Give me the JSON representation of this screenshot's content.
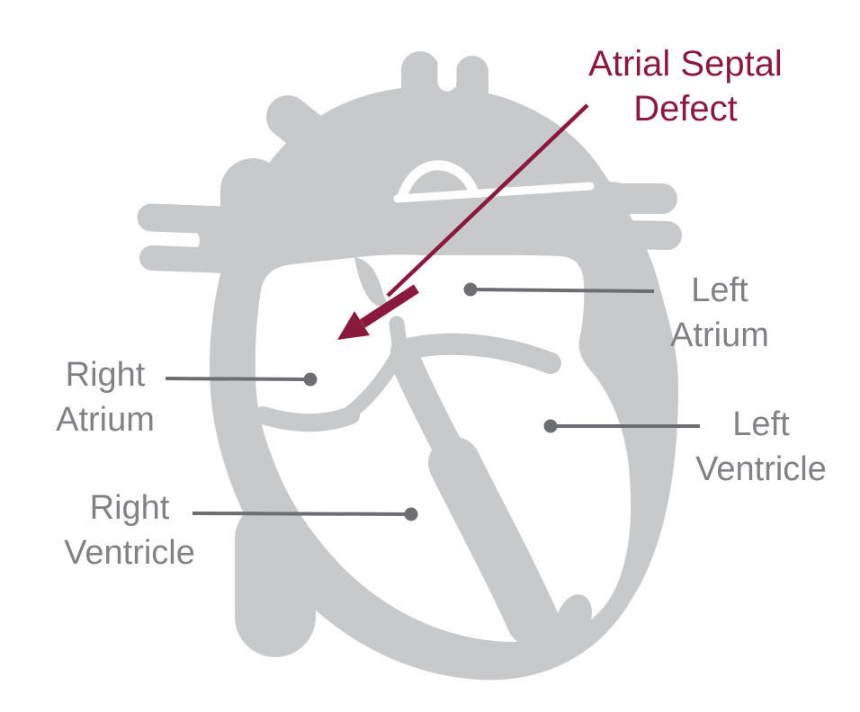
{
  "diagram": {
    "title": {
      "line1": "Atrial Septal",
      "line2": "Defect"
    },
    "labels": {
      "right_atrium": {
        "line1": "Right",
        "line2": "Atrium"
      },
      "left_atrium": {
        "line1": "Left",
        "line2": "Atrium"
      },
      "right_ventricle": {
        "line1": "Right",
        "line2": "Ventricle"
      },
      "left_ventricle": {
        "line1": "Left",
        "line2": "Ventricle"
      }
    },
    "colors": {
      "heart_gray": "#C8C9CB",
      "label_gray": "#808285",
      "leader_gray": "#6D6E71",
      "accent_maroon": "#8A1A3D",
      "background": "#FFFFFF"
    }
  }
}
